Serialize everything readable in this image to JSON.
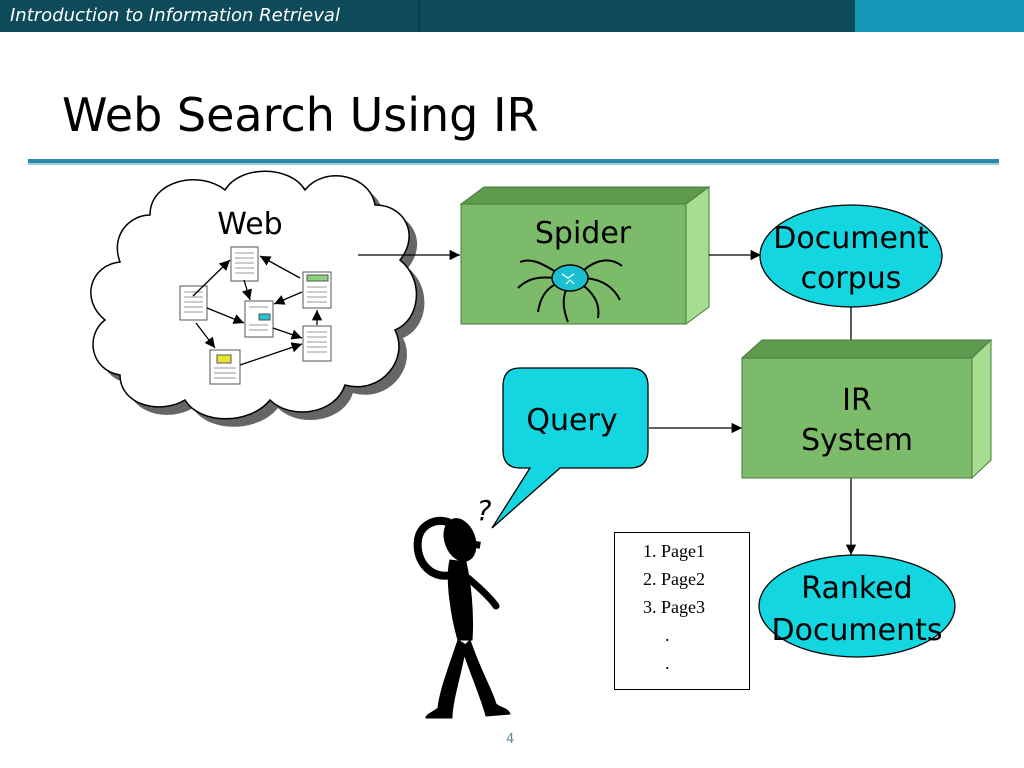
{
  "header": {
    "course_title": "Introduction to Information Retrieval",
    "accent_color": "#1596b8",
    "bar_color": "#0d4a5a"
  },
  "slide": {
    "title": "Web Search Using IR",
    "page_number": "4"
  },
  "diagram": {
    "web_label": "Web",
    "spider_label": "Spider",
    "corpus_label_line1": "Document",
    "corpus_label_line2": "corpus",
    "query_label": "Query",
    "ir_label_line1": "IR",
    "ir_label_line2": "System",
    "ranked_label_line1": "Ranked",
    "ranked_label_line2": "Documents",
    "question_mark": "?",
    "box_color": "#7cbb6a",
    "ellipse_color": "#14d6e0"
  },
  "results_list": {
    "items": [
      "1. Page1",
      "2. Page2",
      "3. Page3"
    ],
    "ellipsis": [
      ".",
      " ."
    ]
  }
}
